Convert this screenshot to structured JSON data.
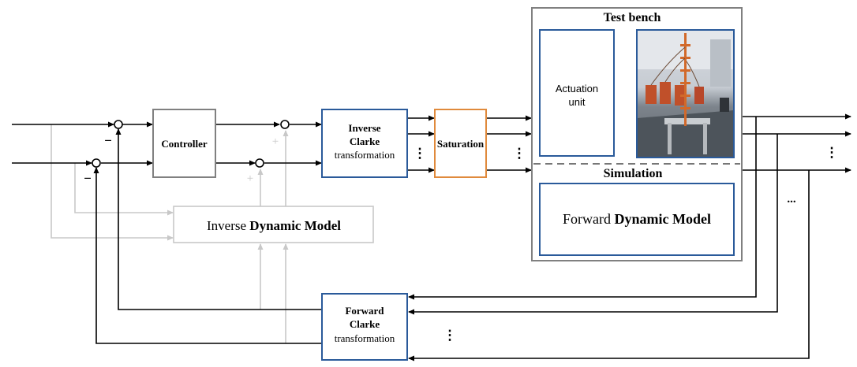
{
  "blocks": {
    "controller": "Controller",
    "inverse_clarke": {
      "line1": "Inverse",
      "line2": "Clarke",
      "line3": "transformation"
    },
    "saturation": "Saturation",
    "inverse_dynamic_model": {
      "plain": "Inverse ",
      "bold": "Dynamic Model"
    },
    "forward_clarke": {
      "line1": "Forward",
      "line2": "Clarke",
      "line3": "transformation"
    },
    "test_bench": {
      "title": "Test bench",
      "actuation_line1": "Actuation",
      "actuation_line2": "unit"
    },
    "simulation": {
      "title": "Simulation",
      "plain": "Forward ",
      "bold": "Dynamic Model"
    }
  },
  "signs": {
    "minus": "−",
    "plus": "+"
  },
  "ellipses": {
    "vertical": "⋮",
    "horizontal": "..."
  },
  "colors": {
    "black": "#000000",
    "gray_box": "#808080",
    "light_gray": "#c8c8c8",
    "blue": "#2a5a9a",
    "orange": "#e08a3c",
    "dashed": "#777777"
  }
}
